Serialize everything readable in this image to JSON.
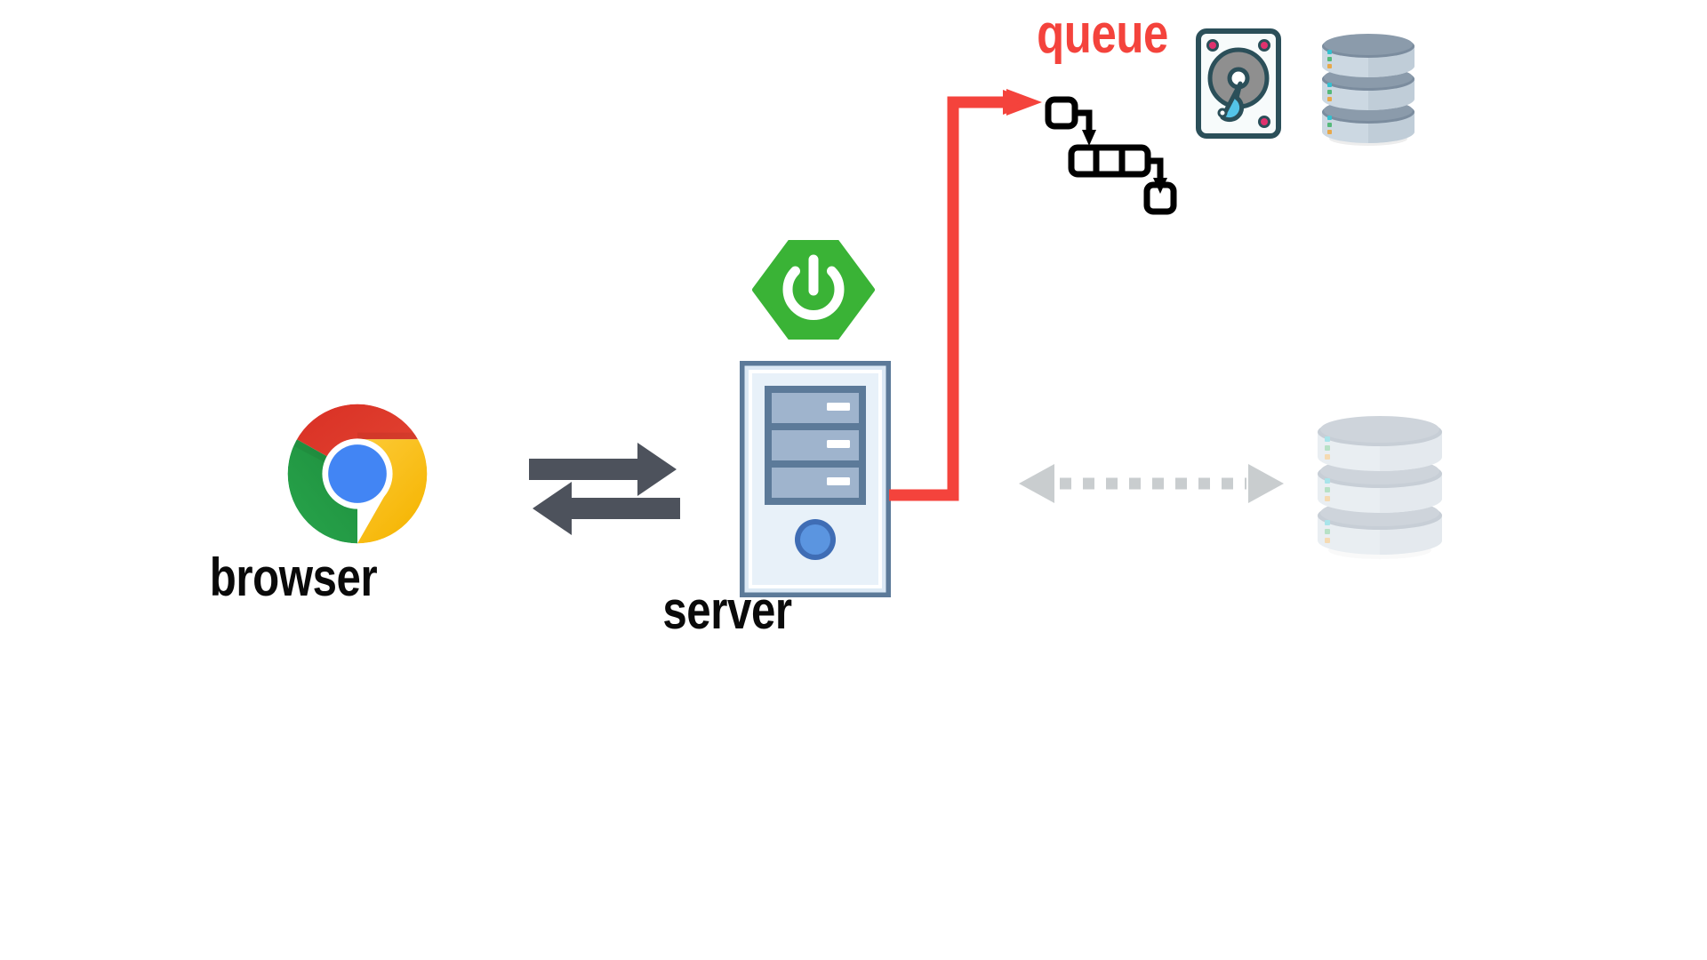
{
  "diagram": {
    "title": "browser - server - queue - database architecture",
    "background_color": "#ffffff",
    "labels": {
      "browser": "browser",
      "server": "server",
      "queue": "queue"
    },
    "colors": {
      "queue_label": "#f4433c",
      "red_arrow": "#f4433c",
      "exchange_arrow": "#4d525c",
      "dashed_arrow": "#c9cdcf",
      "spring_green": "#3ab336",
      "server_body": "#dce9f5",
      "server_border": "#5c7a99",
      "server_bay": "#9fb4cd",
      "server_power_button": "#5b95e0",
      "hdd_outline": "#2b4f59",
      "hdd_platter": "#8f8f8f",
      "hdd_arm": "#54c4e8",
      "hdd_screw": "#e0326e",
      "db_top": "#7b8c9e",
      "db_body": "#ced9e3",
      "caption_text": "#0a0a0a"
    },
    "nodes": [
      {
        "id": "chrome-logo",
        "name": "chrome-browser-icon",
        "label": "browser"
      },
      {
        "id": "exchange-arrows",
        "name": "bidirectional-exchange-arrows-icon",
        "label": ""
      },
      {
        "id": "spring-logo",
        "name": "spring-boot-logo-icon",
        "label": ""
      },
      {
        "id": "server-tower",
        "name": "server-tower-icon",
        "label": "server"
      },
      {
        "id": "red-pipe",
        "name": "red-flow-arrow",
        "label": ""
      },
      {
        "id": "queue-icon",
        "name": "queue-boxes-icon",
        "label": "queue"
      },
      {
        "id": "hdd-icon",
        "name": "hard-disk-drive-icon",
        "label": ""
      },
      {
        "id": "db-stack-top",
        "name": "database-stack-icon",
        "label": ""
      },
      {
        "id": "dashed-arrow",
        "name": "dashed-bidirectional-arrow",
        "label": ""
      },
      {
        "id": "db-stack-bottom",
        "name": "database-stack-faded-icon",
        "label": ""
      }
    ],
    "queue_icon": {
      "segments": 3,
      "boxes": [
        "single-box",
        "three-cell-box",
        "single-box"
      ]
    },
    "database_stack": {
      "cylinders": 3,
      "indicator_lights": [
        "#35c0cf",
        "#55b97a",
        "#e8a84a"
      ]
    },
    "server_tower": {
      "drive_bays": 3,
      "power_button": true
    }
  }
}
